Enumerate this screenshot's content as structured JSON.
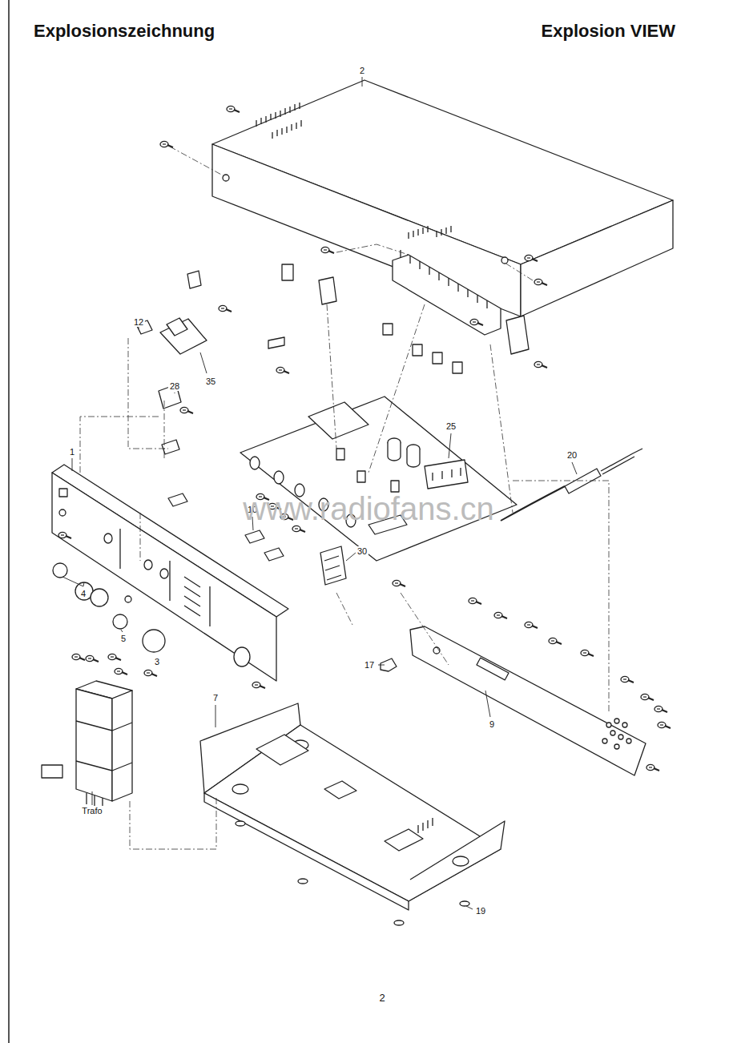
{
  "diagram": {
    "title": "Explosionszeichnung",
    "labels": [
      "Explosion VIEW",
      "2",
      "12",
      "35",
      "28",
      "1",
      "25",
      "10",
      "4",
      "30",
      "5",
      "3",
      "20",
      "17",
      "9",
      "7",
      "Trafo",
      "19",
      "2",
      "www.radiofans.cn"
    ]
  }
}
